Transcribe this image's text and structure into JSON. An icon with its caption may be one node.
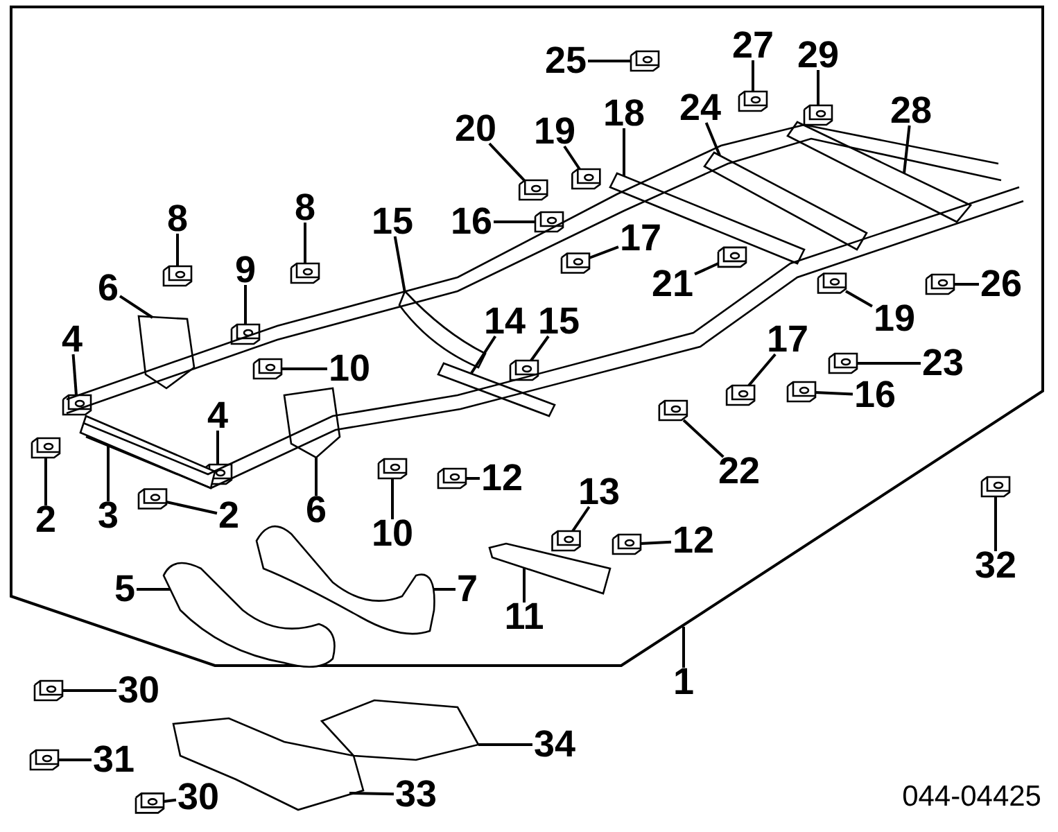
{
  "diagram": {
    "nodes": [
      {
        "text": [
          "25"
        ]
      },
      {
        "text": [
          "27"
        ]
      },
      {
        "text": [
          "29"
        ]
      },
      {
        "text": [
          "28"
        ]
      },
      {
        "text": [
          "20"
        ]
      },
      {
        "text": [
          "19"
        ]
      },
      {
        "text": [
          "18"
        ]
      },
      {
        "text": [
          "24"
        ]
      },
      {
        "text": [
          "8"
        ]
      },
      {
        "text": [
          "8"
        ]
      },
      {
        "text": [
          "15"
        ]
      },
      {
        "text": [
          "16"
        ]
      },
      {
        "text": [
          "17"
        ]
      },
      {
        "text": [
          "21"
        ]
      },
      {
        "text": [
          "6"
        ]
      },
      {
        "text": [
          "9"
        ]
      },
      {
        "text": [
          "26"
        ]
      },
      {
        "text": [
          "19"
        ]
      },
      {
        "text": [
          "14"
        ]
      },
      {
        "text": [
          "15"
        ]
      },
      {
        "text": [
          "17"
        ]
      },
      {
        "text": [
          "4"
        ]
      },
      {
        "text": [
          "10"
        ]
      },
      {
        "text": [
          "23"
        ]
      },
      {
        "text": [
          "16"
        ]
      },
      {
        "text": [
          "4"
        ]
      },
      {
        "text": [
          "22"
        ]
      },
      {
        "text": [
          "12"
        ]
      },
      {
        "text": [
          "2"
        ]
      },
      {
        "text": [
          "3"
        ]
      },
      {
        "text": [
          "2"
        ]
      },
      {
        "text": [
          "6"
        ]
      },
      {
        "text": [
          "10"
        ]
      },
      {
        "text": [
          "13"
        ]
      },
      {
        "text": [
          "12"
        ]
      },
      {
        "text": [
          "32"
        ]
      },
      {
        "text": [
          "5"
        ]
      },
      {
        "text": [
          "7"
        ]
      },
      {
        "text": [
          "11"
        ]
      },
      {
        "text": [
          "1"
        ]
      },
      {
        "text": [
          "30"
        ]
      },
      {
        "text": [
          "34"
        ]
      },
      {
        "text": [
          "31"
        ]
      },
      {
        "text": [
          "33"
        ]
      },
      {
        "text": [
          "30"
        ]
      },
      {
        "text": [],
        "shape": "picture"
      },
      {
        "text": [],
        "shape": "picture"
      },
      {
        "text": [],
        "shape": "picture"
      },
      {
        "text": [],
        "shape": "picture"
      },
      {
        "text": [],
        "shape": "picture"
      },
      {
        "text": [],
        "shape": "picture"
      },
      {
        "text": [],
        "shape": "picture"
      },
      {
        "text": [],
        "shape": "picture"
      },
      {
        "text": [],
        "shape": "picture"
      },
      {
        "text": [],
        "shape": "picture"
      },
      {
        "text": [],
        "shape": "picture"
      },
      {
        "text": [],
        "shape": "picture"
      },
      {
        "text": [],
        "shape": "picture"
      },
      {
        "text": [],
        "shape": "picture"
      },
      {
        "text": [],
        "shape": "picture"
      },
      {
        "text": [],
        "shape": "picture"
      },
      {
        "text": [],
        "shape": "picture"
      },
      {
        "text": [],
        "shape": "picture"
      },
      {
        "text": [],
        "shape": "picture"
      },
      {
        "text": [],
        "shape": "picture"
      },
      {
        "text": [],
        "shape": "picture"
      },
      {
        "text": [],
        "shape": "picture"
      },
      {
        "text": [],
        "shape": "picture"
      },
      {
        "text": [],
        "shape": "picture"
      },
      {
        "text": [],
        "shape": "picture"
      },
      {
        "text": [],
        "shape": "picture"
      },
      {
        "text": [],
        "shape": "picture"
      },
      {
        "text": [],
        "shape": "picture"
      },
      {
        "text": [],
        "shape": "picture"
      },
      {
        "text": [],
        "shape": "picture"
      },
      {
        "text": [],
        "shape": "picture"
      },
      {
        "text": [],
        "shape": "picture"
      },
      {
        "text": [],
        "shape": "picture"
      },
      {
        "text": [],
        "shape": "picture"
      },
      {
        "text": [],
        "shape": "picture"
      },
      {
        "text": [],
        "shape": "picture"
      },
      {
        "text": [],
        "shape": "picture"
      },
      {
        "text": [],
        "shape": "picture"
      },
      {
        "text": [],
        "shape": "picture"
      },
      {
        "text": [],
        "shape": "picture"
      },
      {
        "text": [],
        "shape": "picture"
      },
      {
        "text": [],
        "shape": "picture"
      },
      {
        "text": [],
        "shape": "picture"
      },
      {
        "text": [],
        "shape": "picture"
      }
    ],
    "edges": [
      {
        "from": 0,
        "to": 45,
        "arrow": "none"
      },
      {
        "from": 1,
        "to": 46,
        "arrow": "none"
      },
      {
        "from": 2,
        "to": 47,
        "arrow": "none"
      },
      {
        "from": 3,
        "to": 48,
        "arrow": "none"
      },
      {
        "from": 4,
        "to": 49,
        "arrow": "none"
      },
      {
        "from": 5,
        "to": 50,
        "arrow": "none"
      },
      {
        "from": 6,
        "to": 51,
        "arrow": "none"
      },
      {
        "from": 7,
        "to": 52,
        "arrow": "none"
      },
      {
        "from": 8,
        "to": 53,
        "arrow": "none"
      },
      {
        "from": 9,
        "to": 54,
        "arrow": "none"
      },
      {
        "from": 10,
        "to": 55,
        "arrow": "none"
      },
      {
        "from": 11,
        "to": 56,
        "arrow": "none"
      },
      {
        "from": 12,
        "to": 57,
        "arrow": "none"
      },
      {
        "from": 13,
        "to": 58,
        "arrow": "none"
      },
      {
        "from": 14,
        "to": 59,
        "arrow": "none"
      },
      {
        "from": 15,
        "to": 60,
        "arrow": "none"
      },
      {
        "from": 16,
        "to": 61,
        "arrow": "none"
      },
      {
        "from": 17,
        "to": 62,
        "arrow": "none"
      },
      {
        "from": 18,
        "to": 63,
        "arrow": "none"
      },
      {
        "from": 19,
        "to": 64,
        "arrow": "none"
      },
      {
        "from": 20,
        "to": 65,
        "arrow": "none"
      },
      {
        "from": 21,
        "to": 66,
        "arrow": "none"
      },
      {
        "from": 22,
        "to": 67,
        "arrow": "none"
      },
      {
        "from": 23,
        "to": 68,
        "arrow": "none"
      },
      {
        "from": 24,
        "to": 69,
        "arrow": "none"
      },
      {
        "from": 25,
        "to": 70,
        "arrow": "none"
      },
      {
        "from": 26,
        "to": 71,
        "arrow": "none"
      },
      {
        "from": 27,
        "to": 72,
        "arrow": "none"
      },
      {
        "from": 28,
        "to": 73,
        "arrow": "none"
      },
      {
        "from": 29,
        "to": 74,
        "arrow": "none"
      },
      {
        "from": 30,
        "to": 75,
        "arrow": "none"
      },
      {
        "from": 31,
        "to": 76,
        "arrow": "none"
      },
      {
        "from": 32,
        "to": 77,
        "arrow": "none"
      },
      {
        "from": 33,
        "to": 78,
        "arrow": "none"
      },
      {
        "from": 34,
        "to": 79,
        "arrow": "none"
      },
      {
        "from": 35,
        "to": 80,
        "arrow": "none"
      },
      {
        "from": 36,
        "to": 81,
        "arrow": "none"
      },
      {
        "from": 37,
        "to": 82,
        "arrow": "none"
      },
      {
        "from": 38,
        "to": 83,
        "arrow": "none"
      },
      {
        "from": 39,
        "to": null,
        "arrow": "none"
      },
      {
        "from": 40,
        "to": 84,
        "arrow": "none"
      },
      {
        "from": 41,
        "to": 85,
        "arrow": "none"
      },
      {
        "from": 42,
        "to": 86,
        "arrow": "none"
      },
      {
        "from": 43,
        "to": 87,
        "arrow": "none"
      },
      {
        "from": 44,
        "to": 88,
        "arrow": "none"
      }
    ],
    "labels": [
      "044-04425"
    ]
  }
}
